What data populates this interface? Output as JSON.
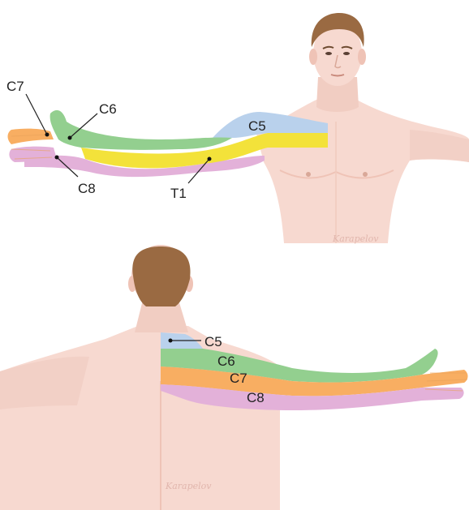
{
  "colors": {
    "skin": "#f7d9d0",
    "skin_shadow": "#efc3b6",
    "hair": "#9a6a42",
    "C5": "#b9d1ec",
    "C6": "#93cf8f",
    "C7": "#f8ae62",
    "C8": "#e3b1d9",
    "T1": "#f3e23a"
  },
  "front_view": {
    "labels": {
      "c7": "C7",
      "c6": "C6",
      "c5": "C5",
      "c8": "C8",
      "t1": "T1"
    },
    "signature": "Karapelov"
  },
  "back_view": {
    "labels": {
      "c5": "C5",
      "c6": "C6",
      "c7": "C7",
      "c8": "C8"
    },
    "signature": "Karapelov"
  }
}
